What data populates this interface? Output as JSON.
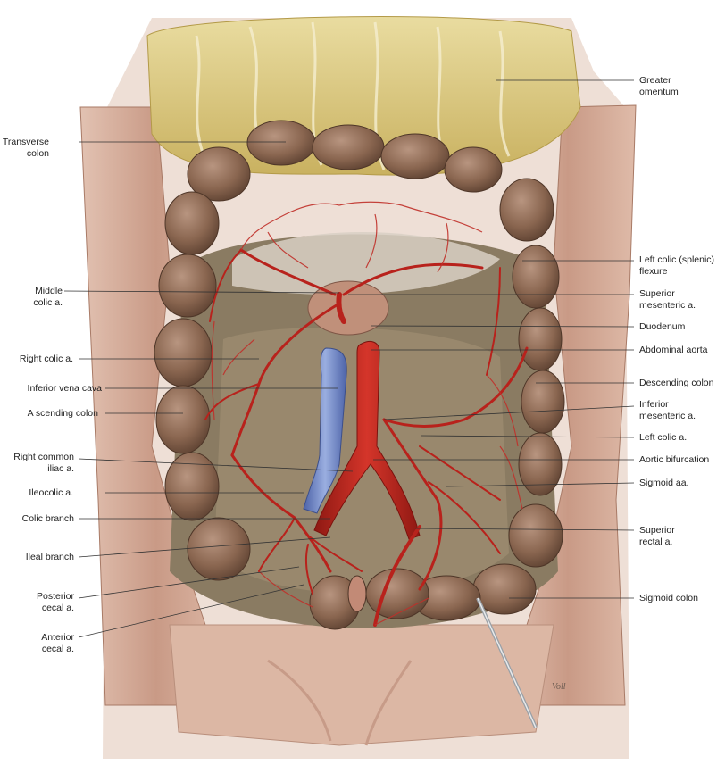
{
  "figure": {
    "signature": "Voll",
    "labels_left": [
      {
        "id": "transverse-colon",
        "lines": [
          "Transverse",
          "colon"
        ]
      },
      {
        "id": "middle-colic-a",
        "lines": [
          "Middle",
          "colic a."
        ]
      },
      {
        "id": "right-colic-a",
        "lines": [
          "Right colic a."
        ]
      },
      {
        "id": "inferior-vena-cava",
        "lines": [
          "Inferior vena cava"
        ]
      },
      {
        "id": "ascending-colon",
        "lines": [
          "A scending colon"
        ]
      },
      {
        "id": "right-common-iliac-a",
        "lines": [
          "Right common",
          "iliac a."
        ]
      },
      {
        "id": "ileocolic-a",
        "lines": [
          "Ileocolic a."
        ]
      },
      {
        "id": "colic-branch",
        "lines": [
          "Colic branch"
        ]
      },
      {
        "id": "ileal-branch",
        "lines": [
          "Ileal branch"
        ]
      },
      {
        "id": "posterior-cecal-a",
        "lines": [
          "Posterior",
          "cecal a."
        ]
      },
      {
        "id": "anterior-cecal-a",
        "lines": [
          "Anterior",
          "cecal a."
        ]
      }
    ],
    "labels_right": [
      {
        "id": "greater-omentum",
        "lines": [
          "Greater",
          "omentum"
        ]
      },
      {
        "id": "left-colic-flexure",
        "lines": [
          "Left colic (splenic)",
          "flexure"
        ]
      },
      {
        "id": "superior-mesenteric-a",
        "lines": [
          "Superior",
          "mesenteric a."
        ]
      },
      {
        "id": "duodenum",
        "lines": [
          "Duodenum"
        ]
      },
      {
        "id": "abdominal-aorta",
        "lines": [
          "Abdominal aorta"
        ]
      },
      {
        "id": "descending-colon",
        "lines": [
          "Descending colon"
        ]
      },
      {
        "id": "inferior-mesenteric-a",
        "lines": [
          "Inferior",
          "mesenteric a."
        ]
      },
      {
        "id": "left-colic-a",
        "lines": [
          "Left colic a."
        ]
      },
      {
        "id": "aortic-bifurcation",
        "lines": [
          "Aortic bifurcation"
        ]
      },
      {
        "id": "sigmoid-aa",
        "lines": [
          "Sigmoid aa."
        ]
      },
      {
        "id": "superior-rectal-a",
        "lines": [
          "Superior",
          "rectal a."
        ]
      },
      {
        "id": "sigmoid-colon",
        "lines": [
          "Sigmoid colon"
        ]
      }
    ],
    "colors": {
      "omentum": "#d9c77a",
      "colon": "#8a6650",
      "muscle": "#c99a86",
      "mesentery": "#9a876c",
      "artery": "#b8221c",
      "vein": "#6a7fbf",
      "leader": "#333333"
    }
  }
}
